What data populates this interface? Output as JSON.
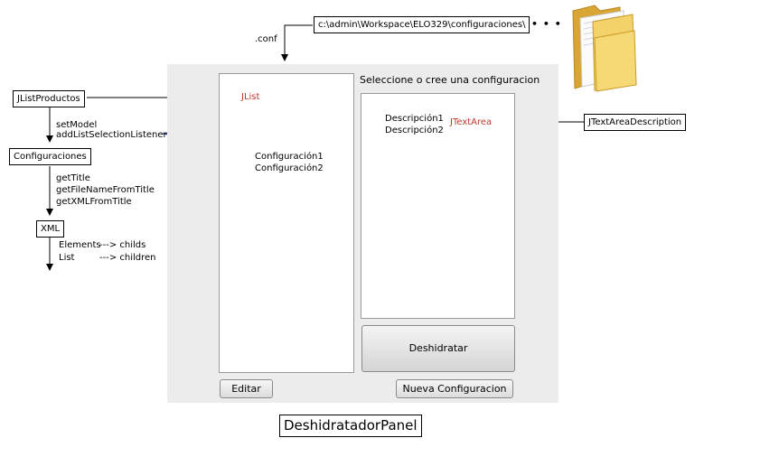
{
  "panel": {
    "title": "DeshidratadorPanel",
    "prompt": "Seleccione o cree una configuracion",
    "list_tag": "JList",
    "list_items": [
      "Configuración1",
      "Configuración2"
    ],
    "textarea_tag": "JTextArea",
    "textarea_lines": [
      "Descripción1",
      "Descripción2"
    ],
    "buttons": {
      "dehydrate": "Deshidratar",
      "edit": "Editar",
      "new_config": "Nueva Configuracion"
    }
  },
  "path": {
    "value": "c:\\admin\\Workspace\\ELO329\\configuraciones\\",
    "ellipsis": "• • •",
    "conf_label": ".conf"
  },
  "flow": {
    "jlist_productos": "JListProductos",
    "calls_1": [
      "setModel",
      "addListSelectionListener"
    ],
    "configuraciones": "Configuraciones",
    "calls_2": [
      "getTitle",
      "getFileNameFromTitle",
      "getXMLFromTitle"
    ],
    "xml": "XML",
    "xml_notes": [
      {
        "left": "Elements",
        "right": "---> childs"
      },
      {
        "left": "List",
        "right": "---> children"
      }
    ]
  },
  "jtextarea_description": "JTextAreaDescription",
  "colors": {
    "arrow_blue": "#1f2f8f",
    "tag_red": "#c0392b",
    "panel_bg": "#ececec",
    "folder": "#f0c24b"
  },
  "icons": [
    "folder-icon"
  ]
}
